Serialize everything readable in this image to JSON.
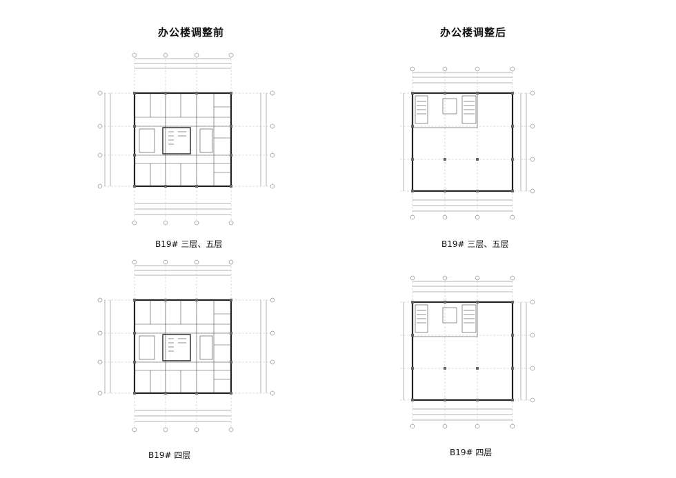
{
  "headings": {
    "before": "办公楼调整前",
    "after": "办公楼调整后"
  },
  "captions": {
    "before_top": "B19# 三层、五层",
    "after_top": "B19# 三层、五层",
    "before_bottom": "B19# 四层",
    "after_bottom": "B19# 四层"
  },
  "colors": {
    "wall": "#222222",
    "column": "#666666",
    "grid": "#aaaaaa"
  }
}
